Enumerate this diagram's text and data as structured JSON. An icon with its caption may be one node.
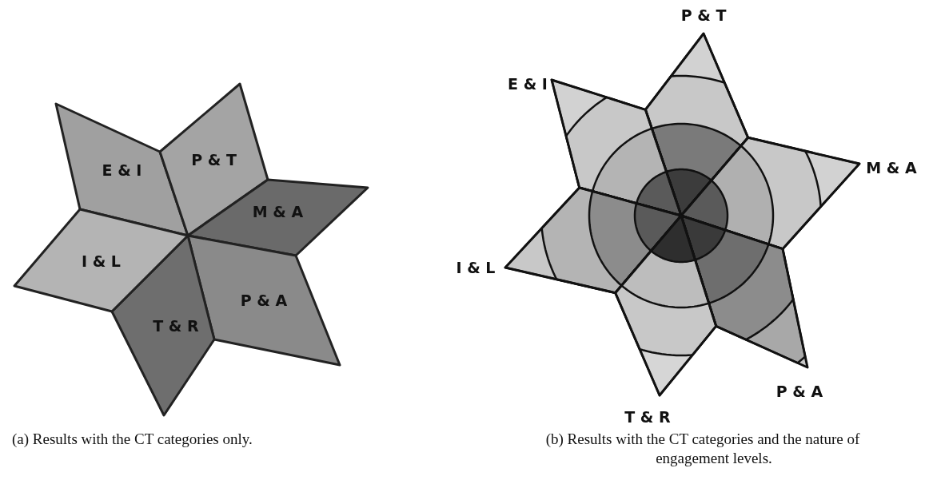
{
  "diagram": {
    "nodes": [
      {
        "text": [
          "E & I"
        ]
      },
      {
        "text": [
          "P & T"
        ]
      },
      {
        "text": [
          "M & A"
        ]
      },
      {
        "text": [
          "P & A"
        ]
      },
      {
        "text": [
          "T & R"
        ]
      },
      {
        "text": [
          "I & L"
        ]
      },
      {
        "text": [],
        "shape": "diamond",
        "beside": [
          "P & T"
        ]
      },
      {
        "text": [],
        "shape": "diamond",
        "beside": [
          "E & I"
        ]
      },
      {
        "text": [],
        "shape": "diamond",
        "beside": [
          "M & A"
        ]
      },
      {
        "text": [],
        "shape": "diamond",
        "beside": [
          "I & L"
        ]
      },
      {
        "text": [],
        "shape": "diamond",
        "beside": [
          "P & A"
        ]
      },
      {
        "text": [],
        "shape": "diamond",
        "beside": [
          "T & R"
        ]
      }
    ],
    "edges": [],
    "labels": [
      "(a) Results with the CT categories only.",
      "(b) Results with the CT categories and the nature of engagement levels."
    ]
  }
}
